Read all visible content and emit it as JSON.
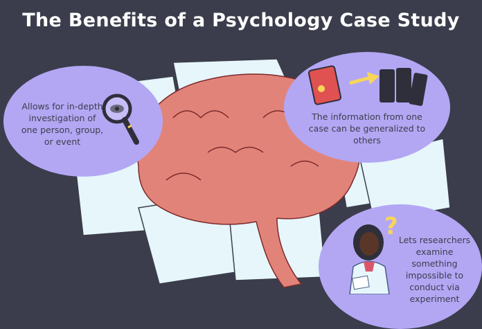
{
  "title": "The Benefits of a Psychology Case Study",
  "benefits": [
    {
      "text": "Allows for in-depth investigation of one person, group, or event",
      "icon": "magnifying-glass-eye-icon"
    },
    {
      "text": "The information from one case can be generalized to others",
      "icon": "book-to-books-icon"
    },
    {
      "text": "Lets researchers examine something impossible to conduct via experiment",
      "icon": "thinking-researcher-icon"
    }
  ],
  "colors": {
    "background": "#3b3d4c",
    "bubble": "#b3a7f4",
    "brain": "#e2837a",
    "paper": "#e6f6fb",
    "accent": "#f7d55a"
  }
}
